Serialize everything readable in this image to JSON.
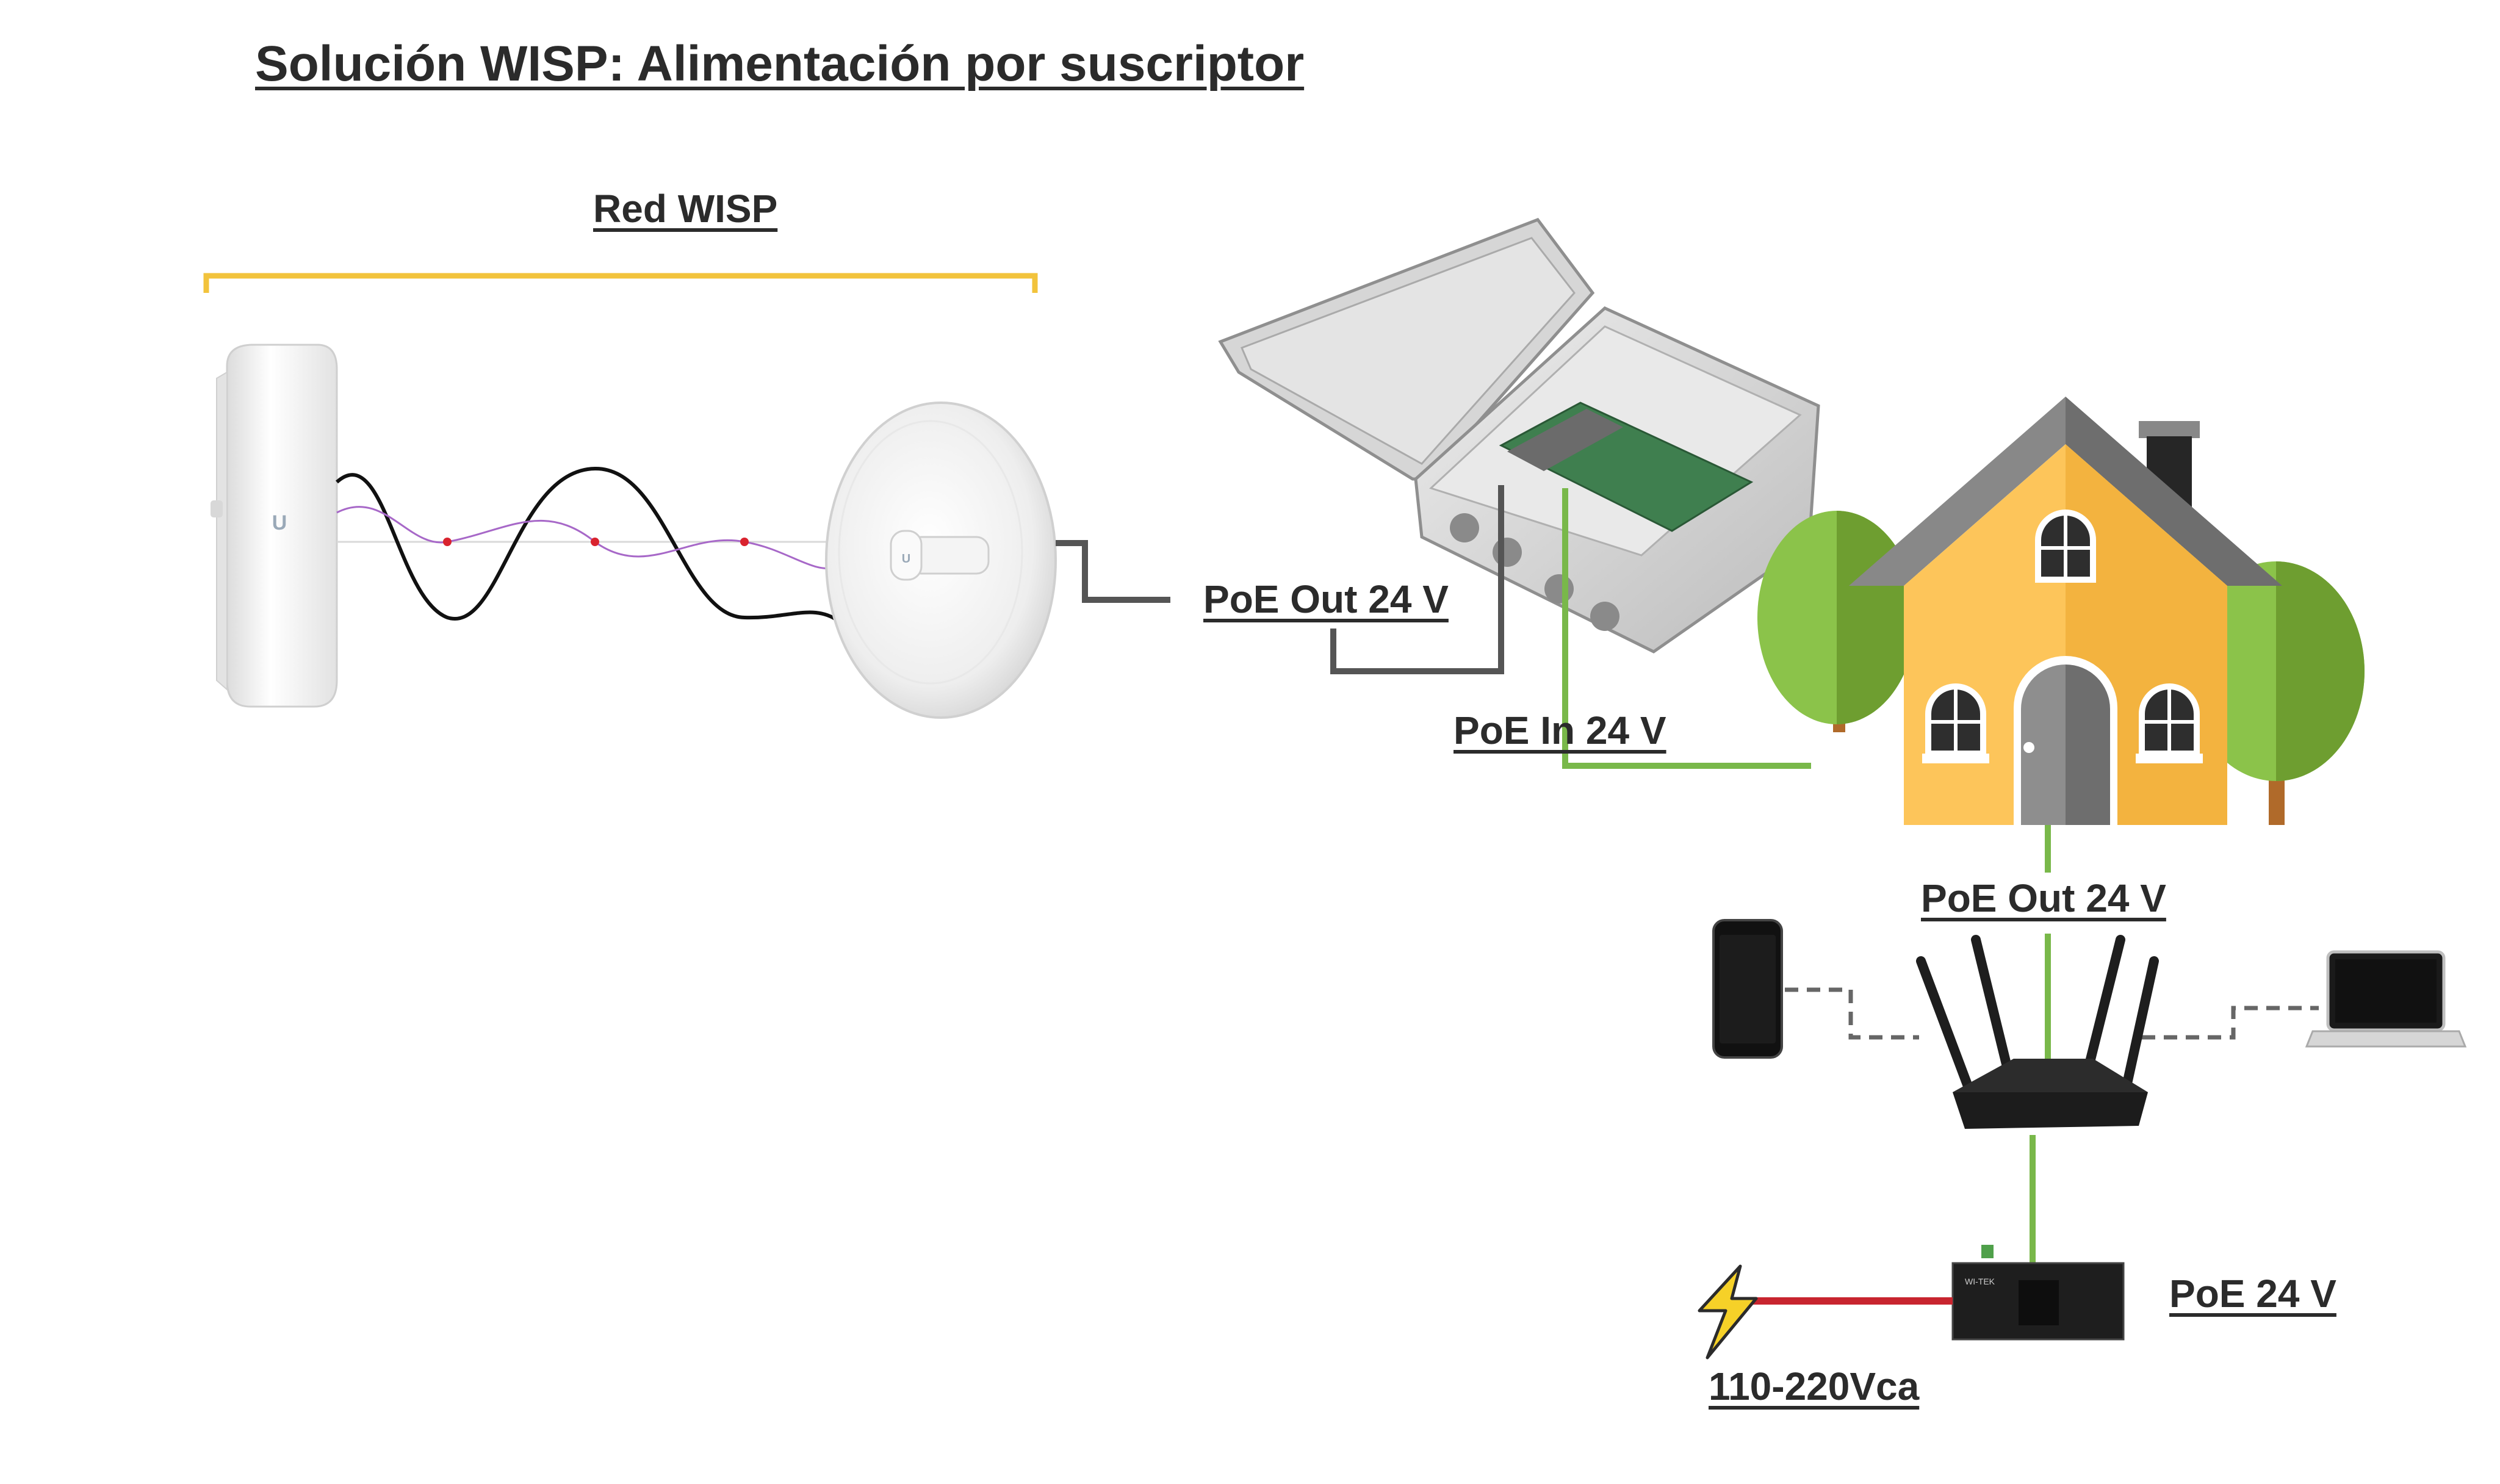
{
  "title": "Solución WISP: Alimentación por suscriptor",
  "labels": {
    "network": "Red WISP",
    "poe_out_1": "PoE Out 24 V",
    "poe_in": "PoE In 24 V",
    "poe_out_2": "PoE Out 24 V",
    "poe_source": "PoE 24 V",
    "mains": "110-220Vca"
  },
  "colors": {
    "bracket": "#f2c33c",
    "poe_green": "#79b84a",
    "cable_gray": "#555555",
    "power_red": "#c8252f",
    "house_wall": "#fdc55a",
    "house_roof": "#777777",
    "tree_green": "#8bc34a",
    "wifi_dashes": "#666666"
  },
  "icons": {
    "sector_antenna": "sector-antenna-icon",
    "dish_antenna": "dish-antenna-icon",
    "enclosure_switch": "outdoor-enclosure-switch-icon",
    "house": "house-icon",
    "router": "wifi-router-icon",
    "phone": "smartphone-icon",
    "laptop": "laptop-icon",
    "injector": "poe-injector-icon",
    "lightning": "lightning-bolt-icon"
  }
}
